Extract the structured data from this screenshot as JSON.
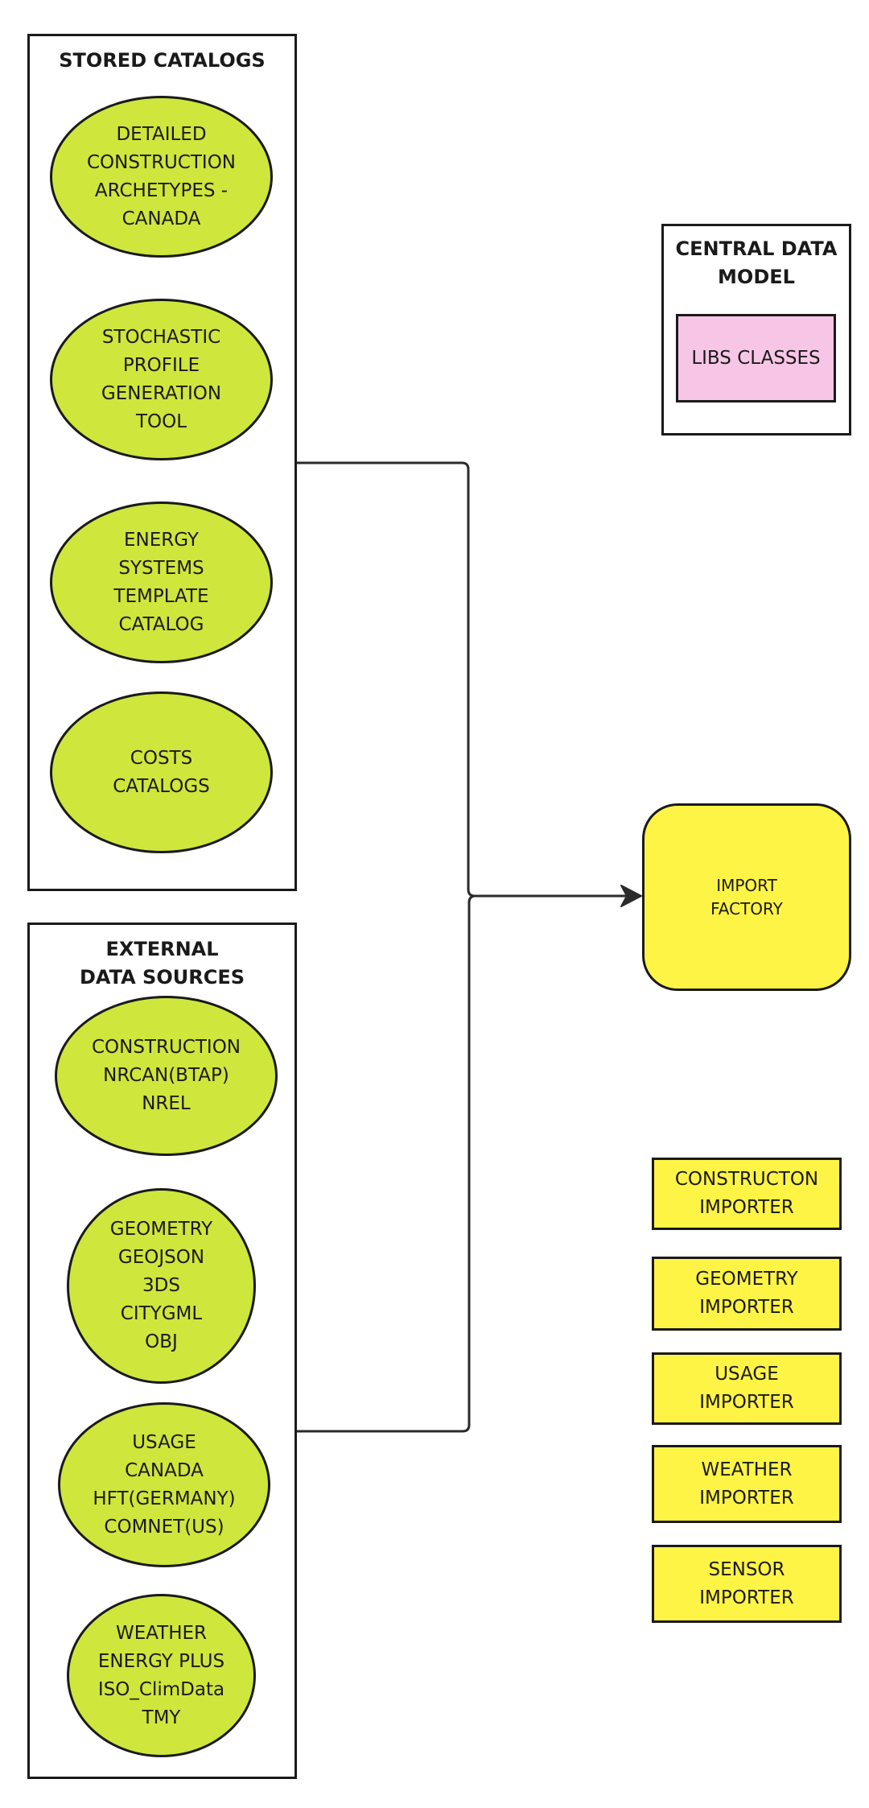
{
  "colors": {
    "ellipse_fill": "#cfe63c",
    "box_yellow": "#fef445",
    "box_pink": "#f7c6e6",
    "stroke": "#1a1a1a"
  },
  "stored_catalogs": {
    "title": "STORED CATALOGS",
    "items": [
      {
        "lines": [
          "DETAILED",
          "CONSTRUCTION",
          "ARCHETYPES -",
          "CANADA"
        ]
      },
      {
        "lines": [
          "STOCHASTIC",
          "PROFILE",
          "GENERATION",
          "TOOL"
        ]
      },
      {
        "lines": [
          "ENERGY",
          "SYSTEMS",
          "TEMPLATE",
          "CATALOG"
        ]
      },
      {
        "lines": [
          "COSTS",
          "CATALOGS"
        ]
      }
    ]
  },
  "external_sources": {
    "title_lines": [
      "EXTERNAL",
      "DATA SOURCES"
    ],
    "items": [
      {
        "lines": [
          "CONSTRUCTION",
          "NRCAN(BTAP)",
          "NREL"
        ]
      },
      {
        "lines": [
          "GEOMETRY",
          "GEOJSON",
          "3DS",
          "CITYGML",
          "OBJ"
        ]
      },
      {
        "lines": [
          "USAGE",
          "CANADA",
          "HFT(GERMANY)",
          "COMNET(US)"
        ]
      },
      {
        "lines": [
          "WEATHER",
          "ENERGY PLUS",
          "ISO_ClimData",
          "TMY"
        ]
      }
    ]
  },
  "central_data_model": {
    "title_lines": [
      "CENTRAL DATA",
      "MODEL"
    ],
    "inner_label": "LIBS CLASSES"
  },
  "import_factory": {
    "lines": [
      "IMPORT",
      "FACTORY"
    ]
  },
  "importers": [
    {
      "lines": [
        "CONSTRUCTON",
        "IMPORTER"
      ]
    },
    {
      "lines": [
        "GEOMETRY",
        "IMPORTER"
      ]
    },
    {
      "lines": [
        "USAGE",
        "IMPORTER"
      ]
    },
    {
      "lines": [
        "WEATHER",
        "IMPORTER"
      ]
    },
    {
      "lines": [
        "SENSOR",
        "IMPORTER"
      ]
    }
  ]
}
